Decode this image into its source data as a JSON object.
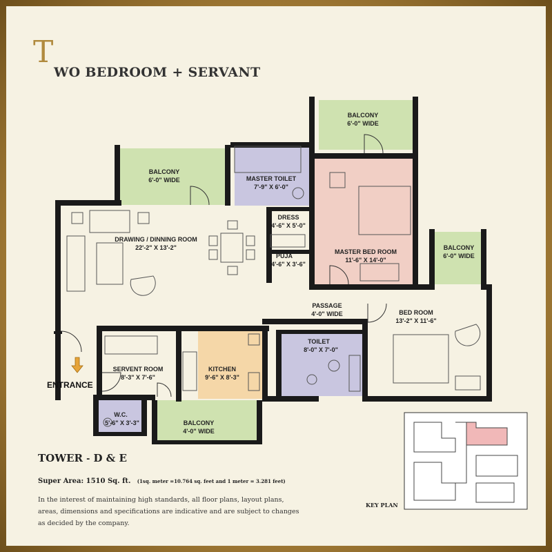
{
  "title": {
    "initial": "T",
    "rest": "WO BEDROOM + SERVANT"
  },
  "tower": {
    "prefix": "TOWER",
    "dash": "-",
    "name": "D & E"
  },
  "super_area": {
    "label": "Super Area: 1510 Sq. ft.",
    "conversion": "(1sq. meter =10.764 sq. feet and 1 meter = 3.281 feet)"
  },
  "disclaimer": "In the interest of maintaining high standards, all floor plans, layout plans, areas, dimensions and specifications are indicative and are subject to changes as decided by the company.",
  "key_plan_label": "KEY PLAN",
  "entrance_label": "ENTRANCE",
  "rooms": {
    "balcony_top_left": {
      "name": "BALCONY",
      "dim": "6'-0\" WIDE"
    },
    "balcony_top_right": {
      "name": "BALCONY",
      "dim": "6'-0\" WIDE"
    },
    "balcony_right": {
      "name": "BALCONY",
      "dim": "6'-0\" WIDE"
    },
    "balcony_bottom": {
      "name": "BALCONY",
      "dim": "4'-0\" WIDE"
    },
    "master_toilet": {
      "name": "MASTER TOILET",
      "dim": "7'-9\" X 6'-0\""
    },
    "dress": {
      "name": "DRESS",
      "dim": "4'-6\" X 5'-0\""
    },
    "puja": {
      "name": "PUJA",
      "dim": "4'-6\" X 3'-6\""
    },
    "drawing": {
      "name": "DRAWING / DINNING ROOM",
      "dim": "22'-2\" X 13'-2\""
    },
    "master_bed": {
      "name": "MASTER BED ROOM",
      "dim": "11'-6\" X 14'-0\""
    },
    "passage": {
      "name": "PASSAGE",
      "dim": "4'-0\" WIDE"
    },
    "bed_room": {
      "name": "BED ROOM",
      "dim": "13'-2\" X 11'-6\""
    },
    "toilet": {
      "name": "TOILET",
      "dim": "8'-0\" X 7'-0\""
    },
    "servent_room": {
      "name": "SERVENT ROOM",
      "dim": "8'-3\" X 7'-6\""
    },
    "kitchen": {
      "name": "KITCHEN",
      "dim": "9'-6\" X 8'-3\""
    },
    "wc": {
      "name": "W.C.",
      "dim": "5'-6\" X 3'-3\""
    }
  },
  "colors": {
    "balcony": "#cfe2b0",
    "master_bed": "#f1cfc5",
    "toilet": "#c9c6e0",
    "kitchen": "#f5d7a8",
    "wall": "#1a1a1a",
    "accent": "#b08a3e"
  }
}
